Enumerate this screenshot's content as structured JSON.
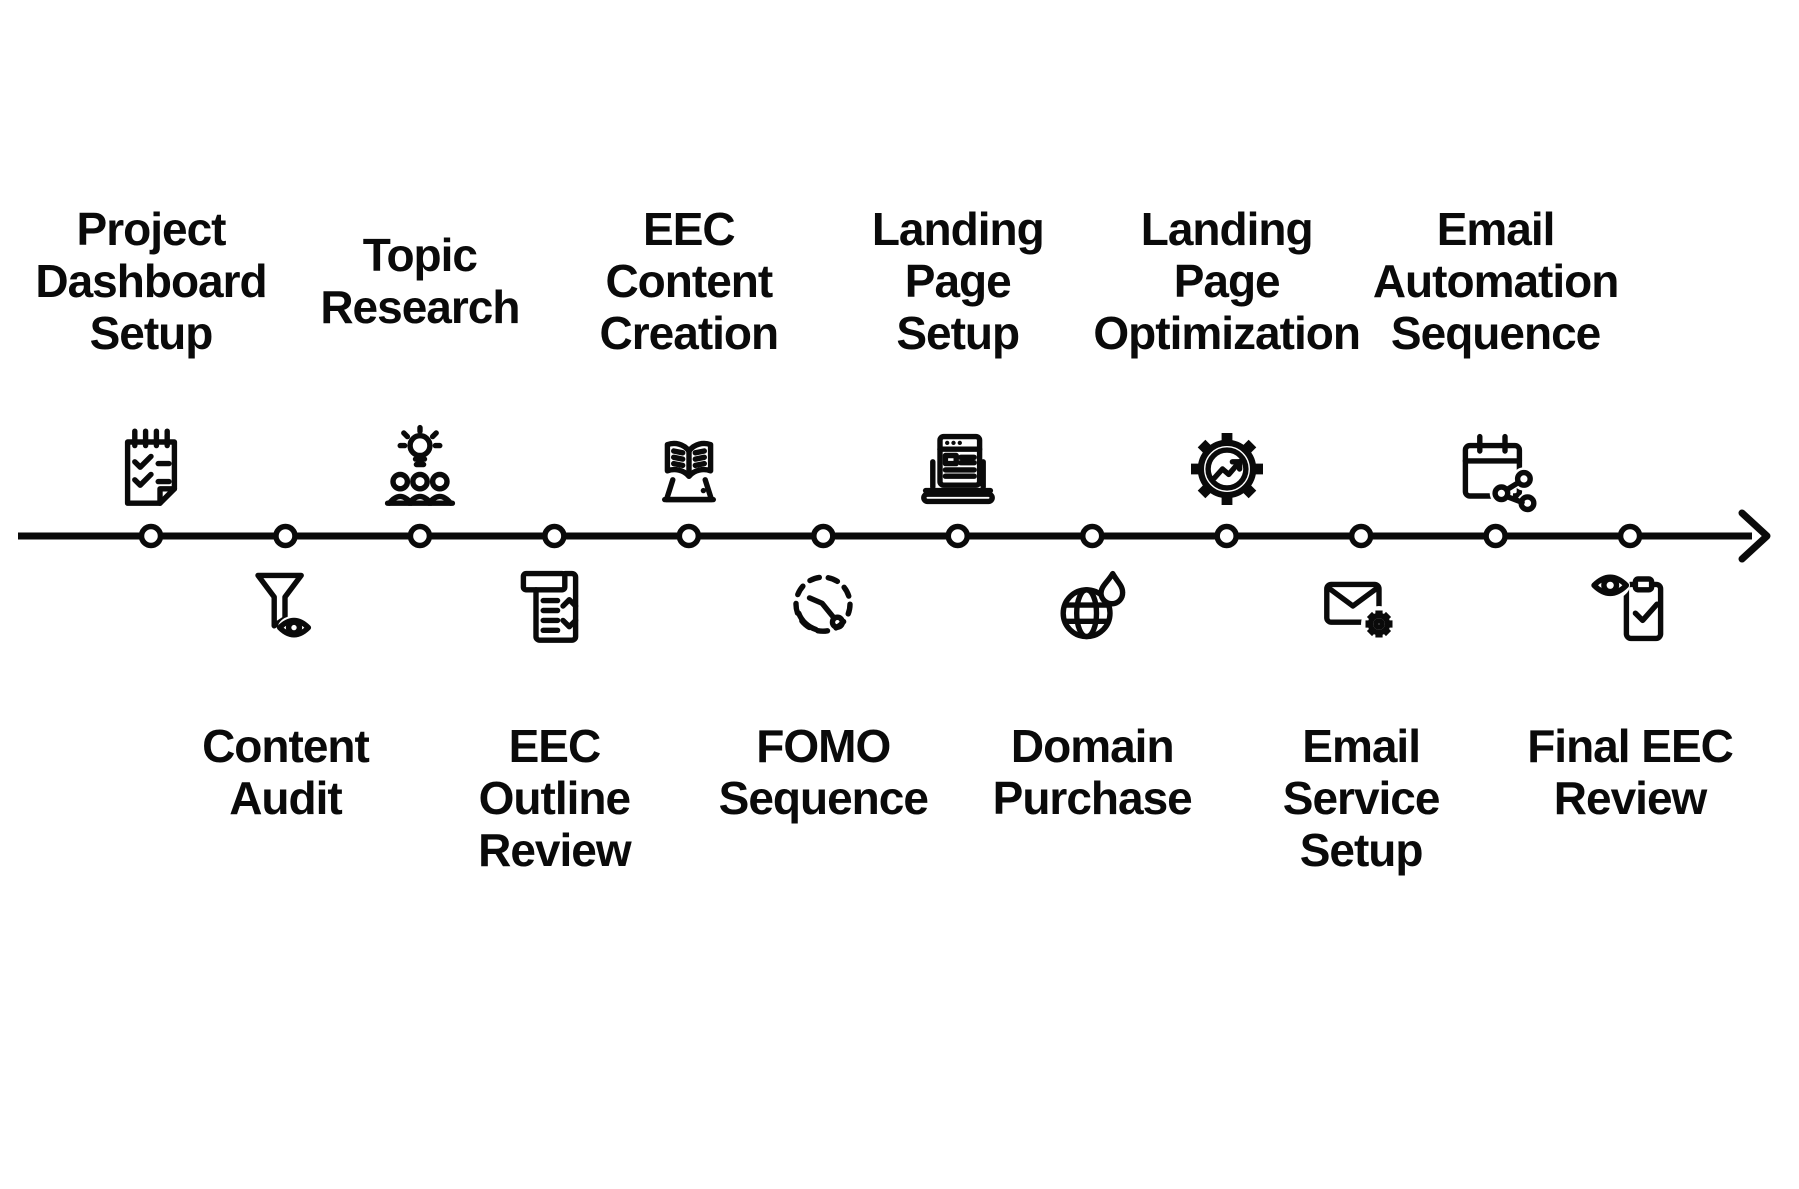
{
  "canvas": {
    "background": "#ffffff",
    "ink": "#0a0a0a"
  },
  "timeline": {
    "axis": {
      "arrow_direction": "right",
      "node_count": 12
    },
    "milestones": [
      {
        "title": "Project Dashboard Setup",
        "label_lines": [
          "Project",
          "Dashboard",
          "Setup"
        ],
        "side": "above",
        "icon": "notepad-checklist-icon"
      },
      {
        "title": "Content Audit",
        "label_lines": [
          "Content",
          "Audit"
        ],
        "side": "below",
        "icon": "funnel-eye-icon"
      },
      {
        "title": "Topic Research",
        "label_lines": [
          "Topic",
          "Research"
        ],
        "side": "above",
        "icon": "idea-team-icon"
      },
      {
        "title": "EEC Outline Review",
        "label_lines": [
          "EEC",
          "Outline",
          "Review"
        ],
        "side": "below",
        "icon": "outline-document-icon"
      },
      {
        "title": "EEC Content Creation",
        "label_lines": [
          "EEC",
          "Content",
          "Creation"
        ],
        "side": "above",
        "icon": "open-book-icon"
      },
      {
        "title": "FOMO Sequence",
        "label_lines": [
          "FOMO",
          "Sequence"
        ],
        "side": "below",
        "icon": "countdown-clock-icon"
      },
      {
        "title": "Landing Page Setup",
        "label_lines": [
          "Landing",
          "Page",
          "Setup"
        ],
        "side": "above",
        "icon": "webpage-browser-icon"
      },
      {
        "title": "Domain Purchase",
        "label_lines": [
          "Domain",
          "Purchase"
        ],
        "side": "below",
        "icon": "globe-flame-icon"
      },
      {
        "title": "Landing Page Optimization",
        "label_lines": [
          "Landing",
          "Page",
          "Optimization"
        ],
        "side": "above",
        "icon": "gear-analytics-icon"
      },
      {
        "title": "Email Service Setup",
        "label_lines": [
          "Email",
          "Service",
          "Setup"
        ],
        "side": "below",
        "icon": "email-gear-icon"
      },
      {
        "title": "Email Automation Sequence",
        "label_lines": [
          "Email",
          "Automation",
          "Sequence"
        ],
        "side": "above",
        "icon": "calendar-share-icon"
      },
      {
        "title": "Final EEC Review",
        "label_lines": [
          "Final EEC",
          "Review"
        ],
        "side": "below",
        "icon": "eye-clipboard-icon"
      }
    ]
  }
}
